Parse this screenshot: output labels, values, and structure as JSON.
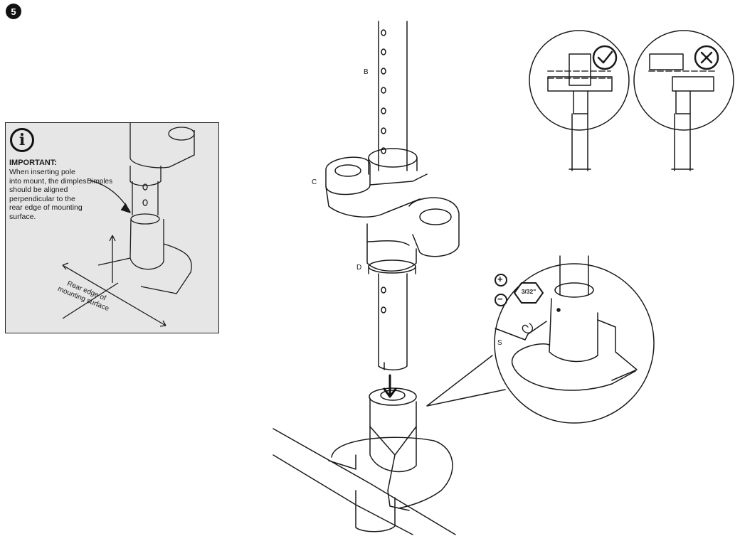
{
  "step": {
    "number": "5"
  },
  "info_panel": {
    "heading": "IMPORTANT:",
    "body": "When inserting pole into mount, the dimples should be aligned perpendicular to the rear edge of mounting surface.",
    "dimples_label": "Dimples",
    "rear_edge_label_line1": "Rear edge of",
    "rear_edge_label_line2": "mounting surface"
  },
  "callouts": {
    "b": "B",
    "c": "C",
    "d": "D",
    "s": "S"
  },
  "tool": {
    "hex_size": "3/32\"",
    "plus": "+",
    "minus": "−"
  },
  "check_icons": {
    "correct": "check-icon",
    "incorrect": "x-icon"
  }
}
